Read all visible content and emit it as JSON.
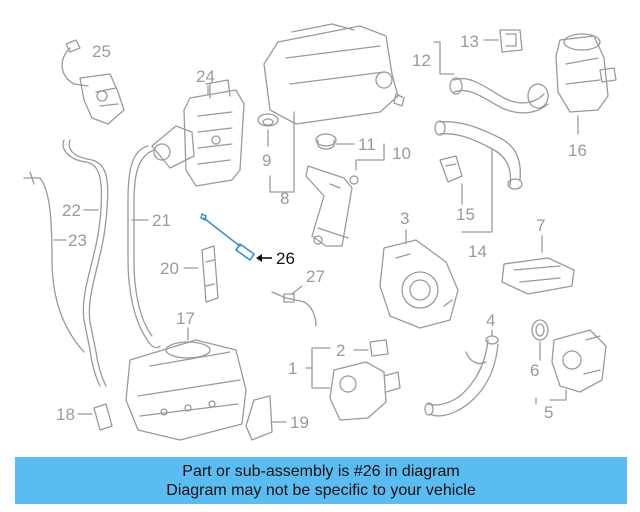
{
  "diagram": {
    "callouts": [
      "1",
      "2",
      "3",
      "4",
      "5",
      "6",
      "7",
      "8",
      "9",
      "10",
      "11",
      "12",
      "13",
      "14",
      "15",
      "16",
      "17",
      "18",
      "19",
      "20",
      "21",
      "22",
      "23",
      "24",
      "25",
      "26",
      "27"
    ],
    "highlighted": "26",
    "highlight_color": "#3a8fd0",
    "line_color": "#9a9a9a"
  },
  "banner": {
    "line1": "Part or sub-assembly is #26 in diagram",
    "line2": "Diagram may not be specific to your vehicle",
    "background": "#5bbcf2"
  }
}
